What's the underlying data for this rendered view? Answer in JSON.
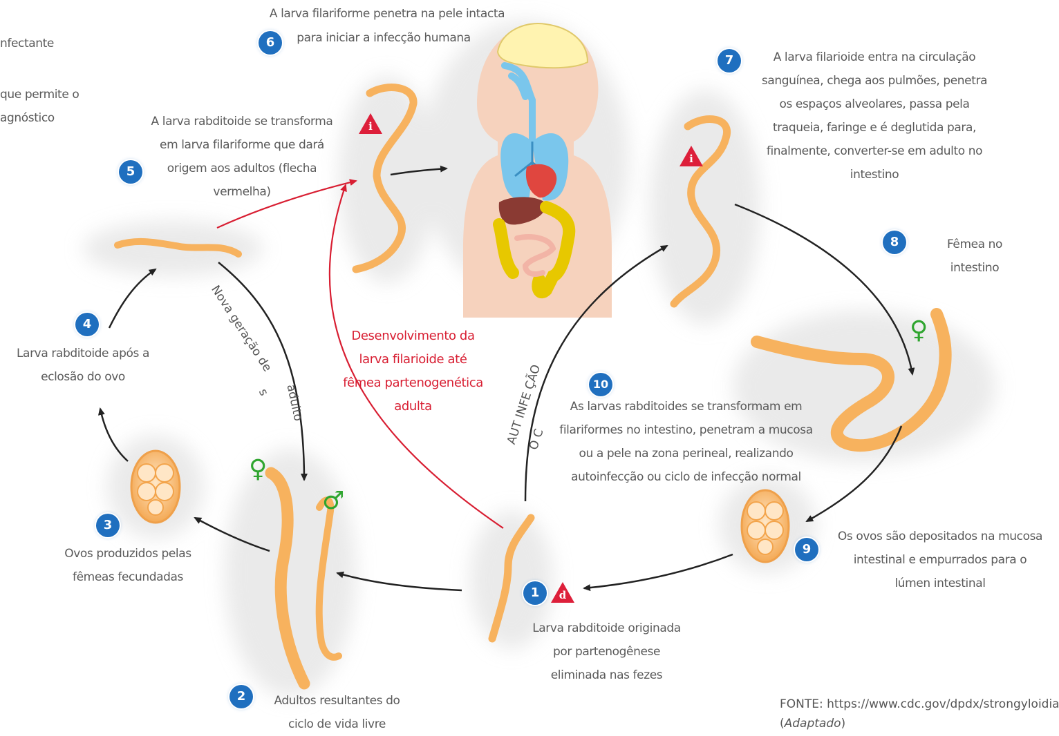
{
  "steps": {
    "s1": {
      "number": "1",
      "text": "Larva rabditoide originada\npor partenogênese\neliminada nas fezes",
      "warning": "d"
    },
    "s2": {
      "number": "2",
      "text": "Adultos resultantes do\nciclo de vida livre"
    },
    "s3": {
      "number": "3",
      "text": "Ovos produzidos pelas\nfêmeas fecundadas"
    },
    "s4": {
      "number": "4",
      "text": "Larva rabditoide após a\neclosão do ovo"
    },
    "s5": {
      "number": "5",
      "text": "A larva rabditoide se transforma\nem larva filariforme que dará\norigem aos adultos (flecha\nvermelha)",
      "warning": "i"
    },
    "s6": {
      "number": "6",
      "text_line1": "A larva filariforme penetra na pele intacta",
      "text_line2": "para iniciar a infecção humana"
    },
    "s7": {
      "number": "7",
      "text": "A larva filarioide entra na circulação\nsanguínea, chega aos pulmões, penetra\nos espaços alveolares, passa pela\ntraqueia, faringe e é deglutida para,\nfinalmente, converter-se em adulto no\nintestino",
      "warning": "i"
    },
    "s8": {
      "number": "8",
      "text": "Fêmea no\nintestino"
    },
    "s9": {
      "number": "9",
      "text": "Os ovos são depositados na mucosa\nintestinal e empurrados para o\nlúmen intestinal"
    },
    "s10": {
      "number": "10",
      "text": "As larvas rabditoides se transformam em\nfilariformes no intestino, penetram a mucosa\nou a pele na zona perineal, realizando\nautoinfecção ou ciclo de infecção normal"
    }
  },
  "partial_left": {
    "line1": "nfectante",
    "line2": "que permite o",
    "line3": "agnóstico"
  },
  "red_label": "Desenvolvimento da\nlarva filarioide até\nfêmea partenogenética\nadulta",
  "arc_label_nova": {
    "part1": "Nova geração de",
    "part2": "s",
    "part3": "adulto"
  },
  "arc_label_auto": {
    "part1": "AUT INFE ÇÃO",
    "part2": "O C"
  },
  "symbols": {
    "female": "♀",
    "male": "♂"
  },
  "source": {
    "prefix": "FONTE: https://www.cdc.gov/dpdx/strongyloidias",
    "note": "Adaptado"
  },
  "colors": {
    "badge": "#1f6fbf",
    "warning": "#dd1f3a",
    "red_arrow": "#d81e32",
    "arrow": "#222222",
    "worm": "#f7b25e",
    "female": "#2fa52f",
    "male": "#2fa52f",
    "lung": "#7ac6ec",
    "heart": "#e0463f",
    "liver": "#8a3a33",
    "intestine": "#e7c800",
    "skin": "#f6d2bd",
    "brain": "#fff3b0"
  }
}
